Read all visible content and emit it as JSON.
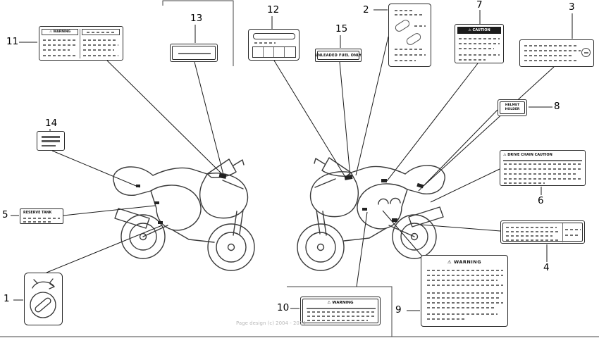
{
  "page": {
    "watermark": "Page design (c) 2004 - 2014"
  },
  "callouts": [
    "1",
    "2",
    "3",
    "4",
    "5",
    "6",
    "7",
    "8",
    "9",
    "10",
    "11",
    "12",
    "13",
    "14",
    "15"
  ],
  "labels": {
    "warning_top_left": {
      "text": "⚠ WARNING"
    },
    "caution": {
      "text": "⚠ CAUTION"
    },
    "unleaded_fuel": {
      "text": "UNLEADED FUEL ONLY"
    },
    "helmet_holder": {
      "line1": "HELMET",
      "line2": "HOLDER"
    },
    "drive_chain": {
      "text": "⚠ DRIVE CHAIN CAUTION"
    },
    "reserve_tank": {
      "text": "RESERVE TANK"
    },
    "warning_right": {
      "text": "⚠ WARNING"
    },
    "warning_bottom": {
      "text": "⚠ WARNING"
    }
  }
}
